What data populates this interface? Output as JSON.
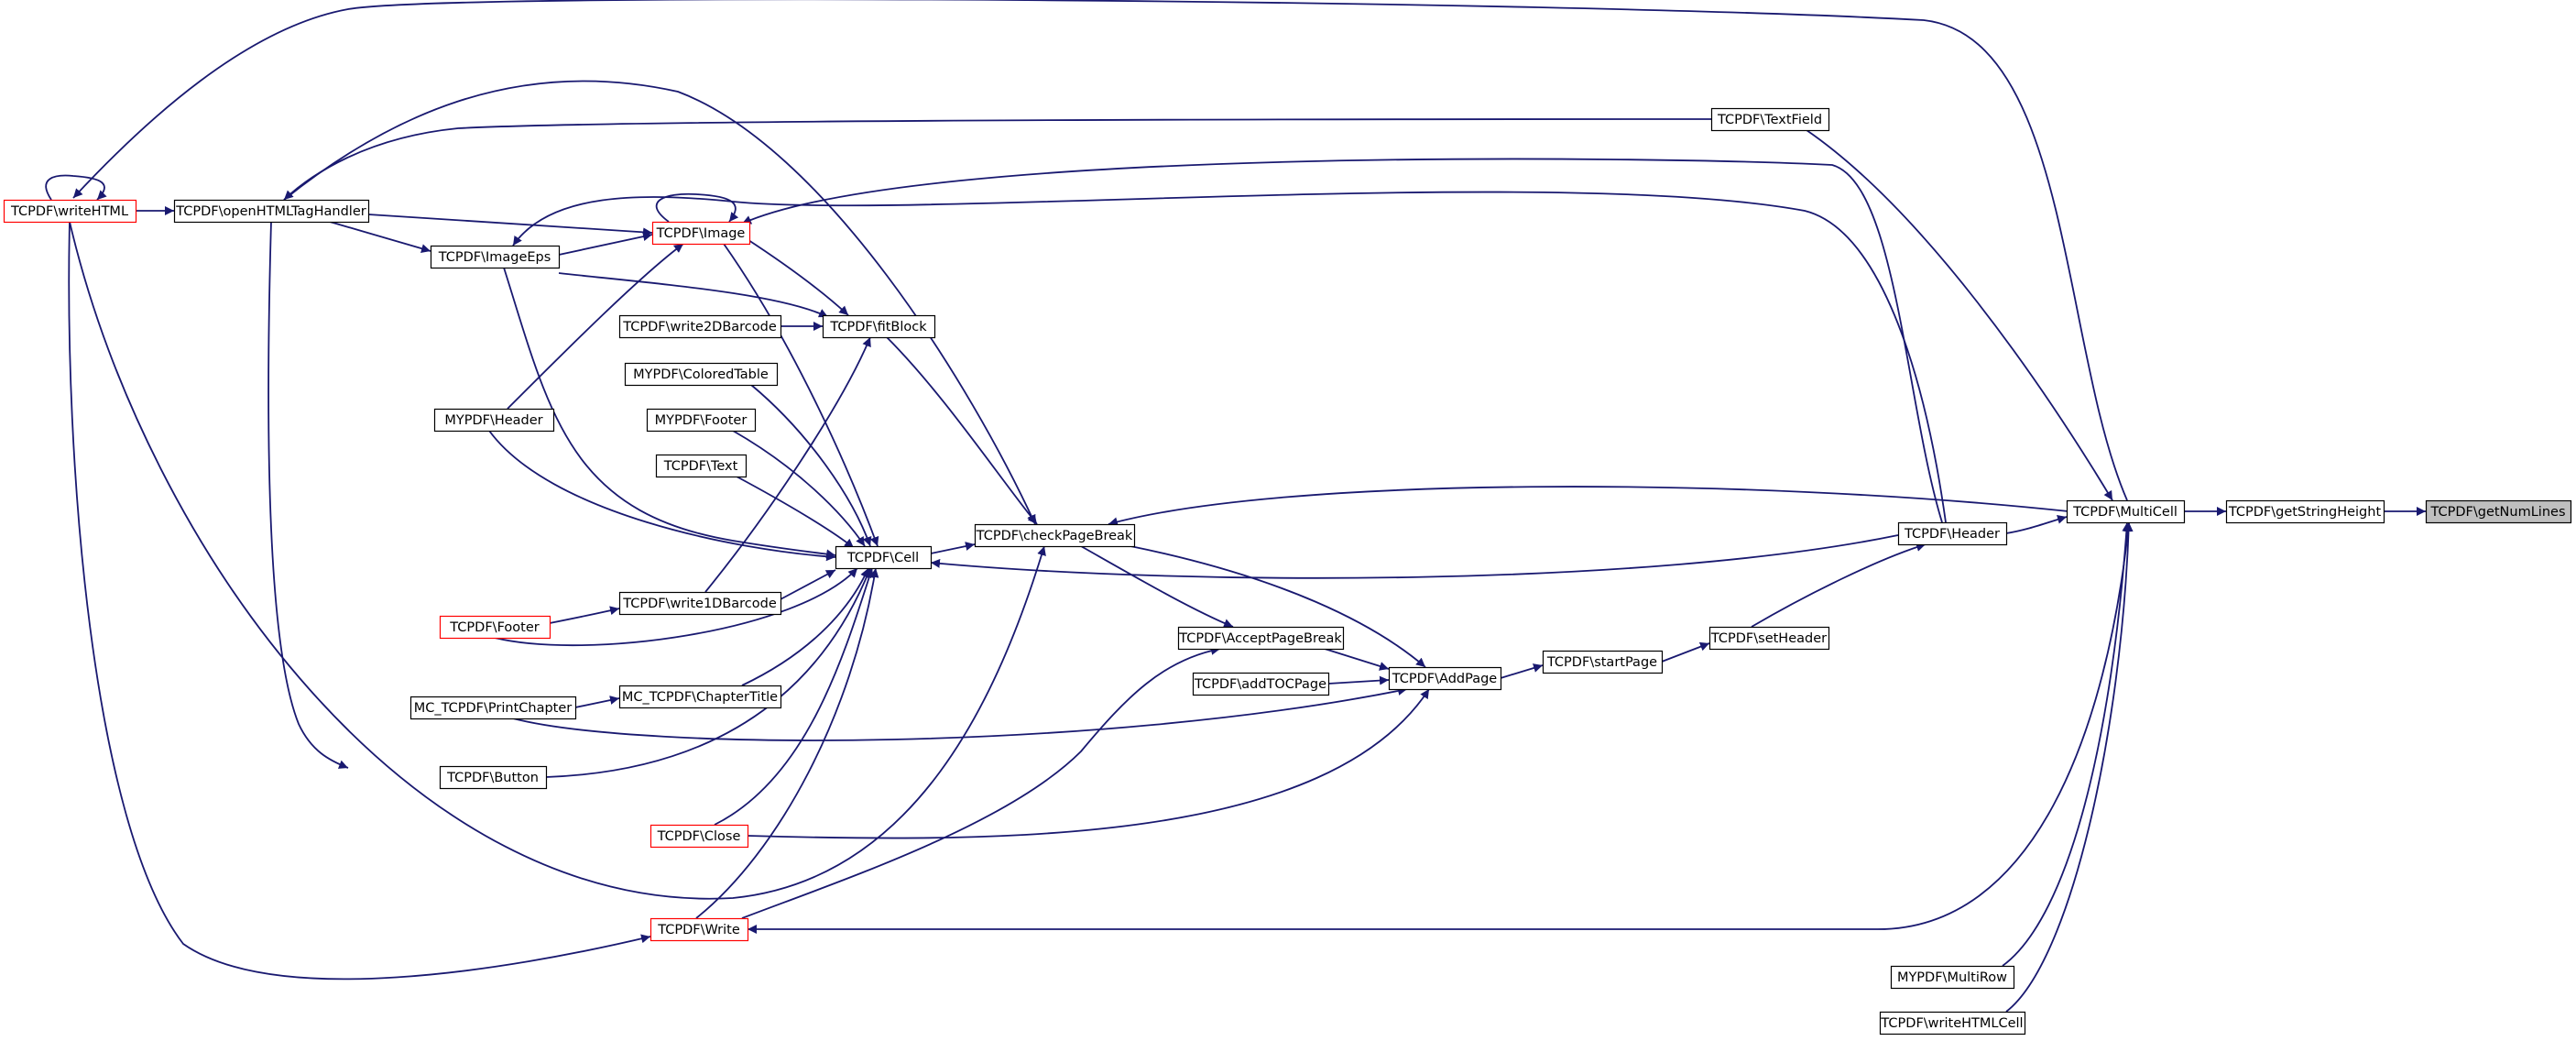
{
  "colors": {
    "edge": "#191970",
    "node_border": "#000000",
    "root_fill": "#bfbfbf",
    "truncated_border": "#ff0000",
    "fill": "#ffffff",
    "text": "#000000"
  },
  "nodes": {
    "getNumLines": "TCPDF\\getNumLines",
    "getStringHeight": "TCPDF\\getStringHeight",
    "MultiCell": "TCPDF\\MultiCell",
    "Header": "TCPDF\\Header",
    "setHeader": "TCPDF\\setHeader",
    "startPage": "TCPDF\\startPage",
    "AddPage": "TCPDF\\AddPage",
    "AcceptPageBreak": "TCPDF\\AcceptPageBreak",
    "addTOCPage": "TCPDF\\addTOCPage",
    "checkPageBreak": "TCPDF\\checkPageBreak",
    "Cell": "TCPDF\\Cell",
    "fitBlock": "TCPDF\\fitBlock",
    "Image": "TCPDF\\Image",
    "ImageEps": "TCPDF\\ImageEps",
    "openHTMLTagHandler": "TCPDF\\openHTMLTagHandler",
    "writeHTML": "TCPDF\\writeHTML",
    "TextField": "TCPDF\\TextField",
    "write2DBarcode": "TCPDF\\write2DBarcode",
    "ColoredTable": "MYPDF\\ColoredTable",
    "MyFooter": "MYPDF\\Footer",
    "Text": "TCPDF\\Text",
    "MyHeader": "MYPDF\\Header",
    "write1DBarcode": "TCPDF\\write1DBarcode",
    "Footer": "TCPDF\\Footer",
    "ChapterTitle": "MC_TCPDF\\ChapterTitle",
    "PrintChapter": "MC_TCPDF\\PrintChapter",
    "Button": "TCPDF\\Button",
    "Close": "TCPDF\\Close",
    "Write": "TCPDF\\Write",
    "MultiRow": "MYPDF\\MultiRow",
    "writeHTMLCell": "TCPDF\\writeHTMLCell"
  },
  "root_node": "getNumLines",
  "truncated_nodes": [
    "writeHTML",
    "Image",
    "Footer",
    "Close",
    "Write"
  ],
  "edges": [
    [
      "getStringHeight",
      "getNumLines"
    ],
    [
      "MultiCell",
      "getStringHeight"
    ],
    [
      "Header",
      "MultiCell"
    ],
    [
      "TextField",
      "MultiCell"
    ],
    [
      "writeHTML",
      "MultiCell"
    ],
    [
      "MultiRow",
      "MultiCell"
    ],
    [
      "writeHTMLCell",
      "MultiCell"
    ],
    [
      "Write",
      "MultiCell"
    ],
    [
      "setHeader",
      "Header"
    ],
    [
      "startPage",
      "setHeader"
    ],
    [
      "AddPage",
      "startPage"
    ],
    [
      "AcceptPageBreak",
      "AddPage"
    ],
    [
      "addTOCPage",
      "AddPage"
    ],
    [
      "checkPageBreak",
      "AddPage"
    ],
    [
      "PrintChapter",
      "AddPage"
    ],
    [
      "Close",
      "AddPage"
    ],
    [
      "checkPageBreak",
      "AcceptPageBreak"
    ],
    [
      "Write",
      "AcceptPageBreak"
    ],
    [
      "MultiCell",
      "checkPageBreak"
    ],
    [
      "Cell",
      "checkPageBreak"
    ],
    [
      "fitBlock",
      "checkPageBreak"
    ],
    [
      "openHTMLTagHandler",
      "checkPageBreak"
    ],
    [
      "writeHTML",
      "checkPageBreak"
    ],
    [
      "Header",
      "Cell"
    ],
    [
      "ColoredTable",
      "Cell"
    ],
    [
      "MyFooter",
      "Cell"
    ],
    [
      "Text",
      "Cell"
    ],
    [
      "MyHeader",
      "Cell"
    ],
    [
      "write1DBarcode",
      "Cell"
    ],
    [
      "Footer",
      "Cell"
    ],
    [
      "ChapterTitle",
      "Cell"
    ],
    [
      "Button",
      "Cell"
    ],
    [
      "Close",
      "Cell"
    ],
    [
      "Write",
      "Cell"
    ],
    [
      "Image",
      "Cell"
    ],
    [
      "ImageEps",
      "Cell"
    ],
    [
      "write2DBarcode",
      "fitBlock"
    ],
    [
      "Image",
      "fitBlock"
    ],
    [
      "ImageEps",
      "fitBlock"
    ],
    [
      "write1DBarcode",
      "fitBlock"
    ],
    [
      "Header",
      "Image"
    ],
    [
      "Image",
      "Image"
    ],
    [
      "MyHeader",
      "Image"
    ],
    [
      "openHTMLTagHandler",
      "Image"
    ],
    [
      "ImageEps",
      "Image"
    ],
    [
      "Header",
      "ImageEps"
    ],
    [
      "openHTMLTagHandler",
      "ImageEps"
    ],
    [
      "writeHTML",
      "openHTMLTagHandler"
    ],
    [
      "TextField",
      "openHTMLTagHandler"
    ],
    [
      "writeHTML",
      "writeHTML"
    ],
    [
      "Footer",
      "write1DBarcode"
    ],
    [
      "PrintChapter",
      "ChapterTitle"
    ],
    [
      "openHTMLTagHandler",
      "Button"
    ],
    [
      "writeHTML",
      "Write"
    ]
  ]
}
